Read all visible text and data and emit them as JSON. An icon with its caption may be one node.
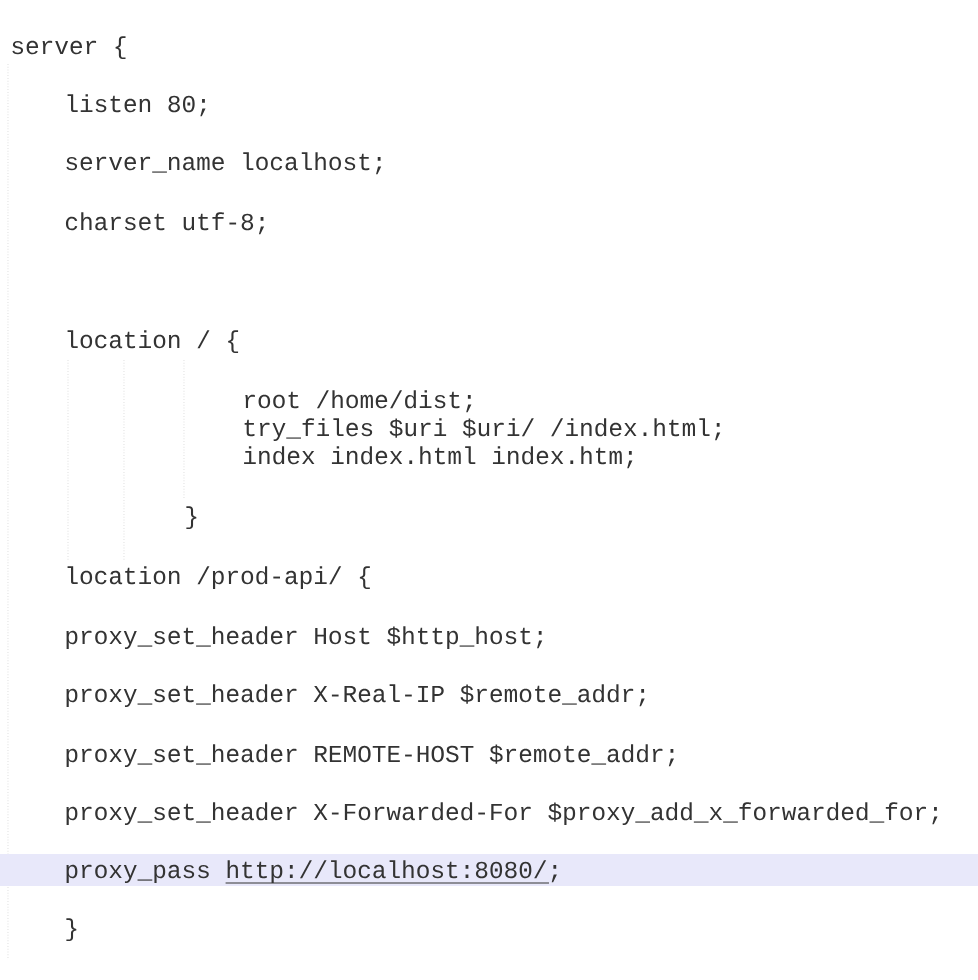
{
  "diagram": {
    "labels": [
      "server {",
      "listen       80;",
      "server_name  localhost;",
      "charset utf-8;",
      "location / {",
      "root   /home/dist;",
      "try_files $uri $uri/ /index.html;",
      "index index.html index.htm;",
      "}",
      "location /prod-api/ {",
      "proxy_set_header Host $http_host;",
      "proxy_set_header X-Real-IP $remote_addr;",
      "proxy_set_header REMOTE-HOST $remote_addr;",
      "proxy_set_header X-Forwarded-For $proxy_add_x_forwarded_for;",
      "proxy_pass http://localhost:8080/;",
      "}"
    ]
  }
}
